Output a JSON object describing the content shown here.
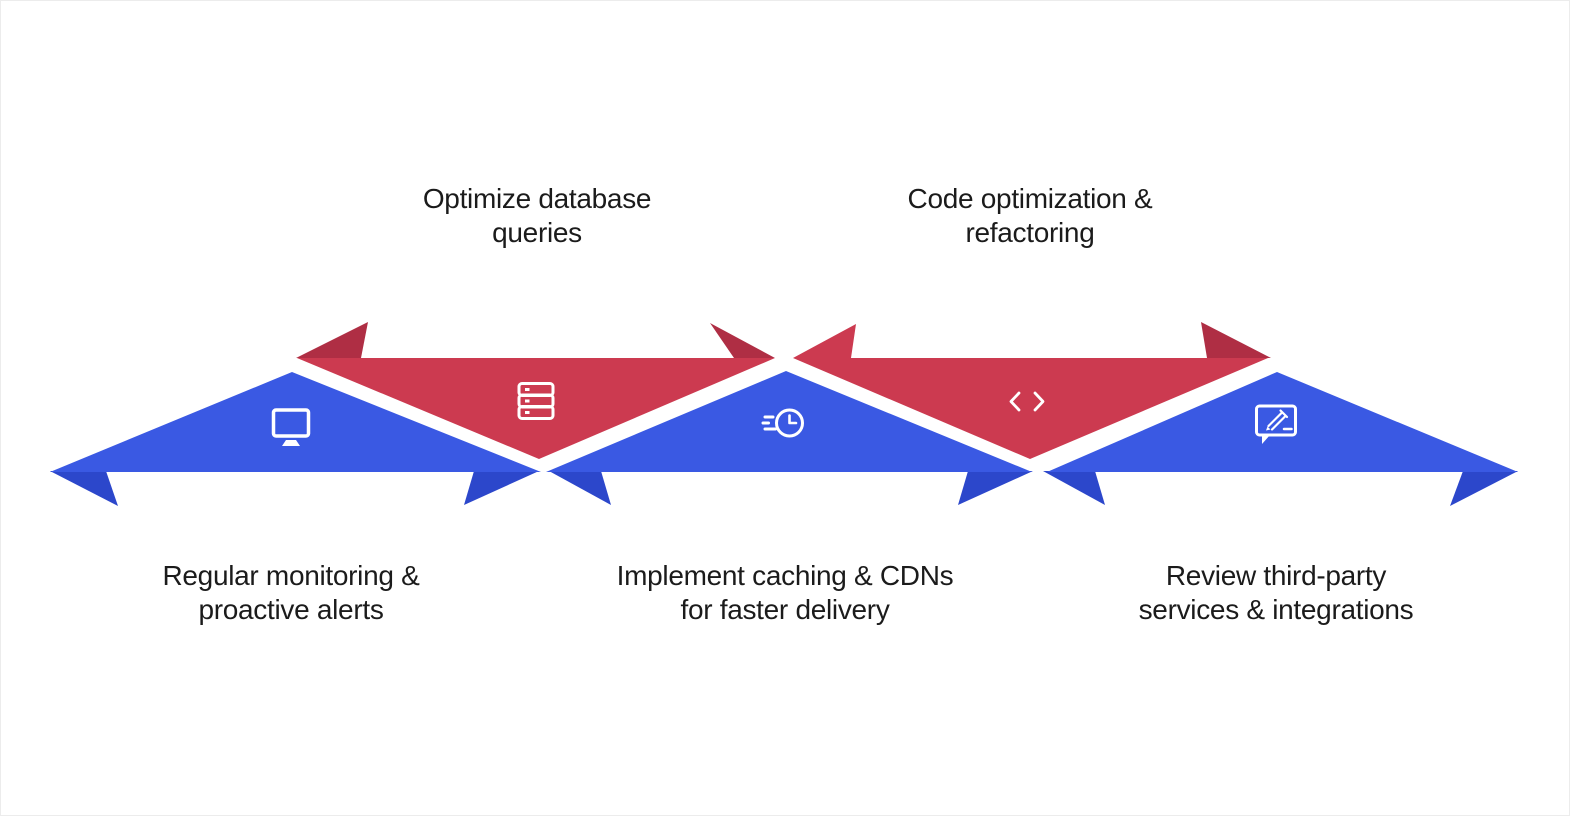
{
  "diagram": {
    "type": "zigzag-ribbon-process",
    "steps": [
      {
        "id": 1,
        "label": "Regular monitoring &\nproactive alerts",
        "icon": "monitor-icon",
        "ribbon": "blue",
        "label_position": "below"
      },
      {
        "id": 2,
        "label": "Optimize database\nqueries",
        "icon": "server-stack-icon",
        "ribbon": "red",
        "label_position": "above"
      },
      {
        "id": 3,
        "label": "Implement caching & CDNs\nfor faster delivery",
        "icon": "clock-speed-icon",
        "ribbon": "blue",
        "label_position": "below"
      },
      {
        "id": 4,
        "label": "Code optimization &\nrefactoring",
        "icon": "code-brackets-icon",
        "ribbon": "red",
        "label_position": "above"
      },
      {
        "id": 5,
        "label": "Review third-party\nservices & integrations",
        "icon": "edit-message-icon",
        "ribbon": "blue",
        "label_position": "below"
      }
    ]
  },
  "colors": {
    "blue_body": "#3A59E3",
    "blue_fold": "#2C47CB",
    "red_body": "#CC3A50",
    "red_fold": "#AF2E44",
    "icon_stroke": "#FFFFFF",
    "label_text": "#1B1B1B",
    "background": "#FFFFFF",
    "page_border": "#ECECEC"
  }
}
